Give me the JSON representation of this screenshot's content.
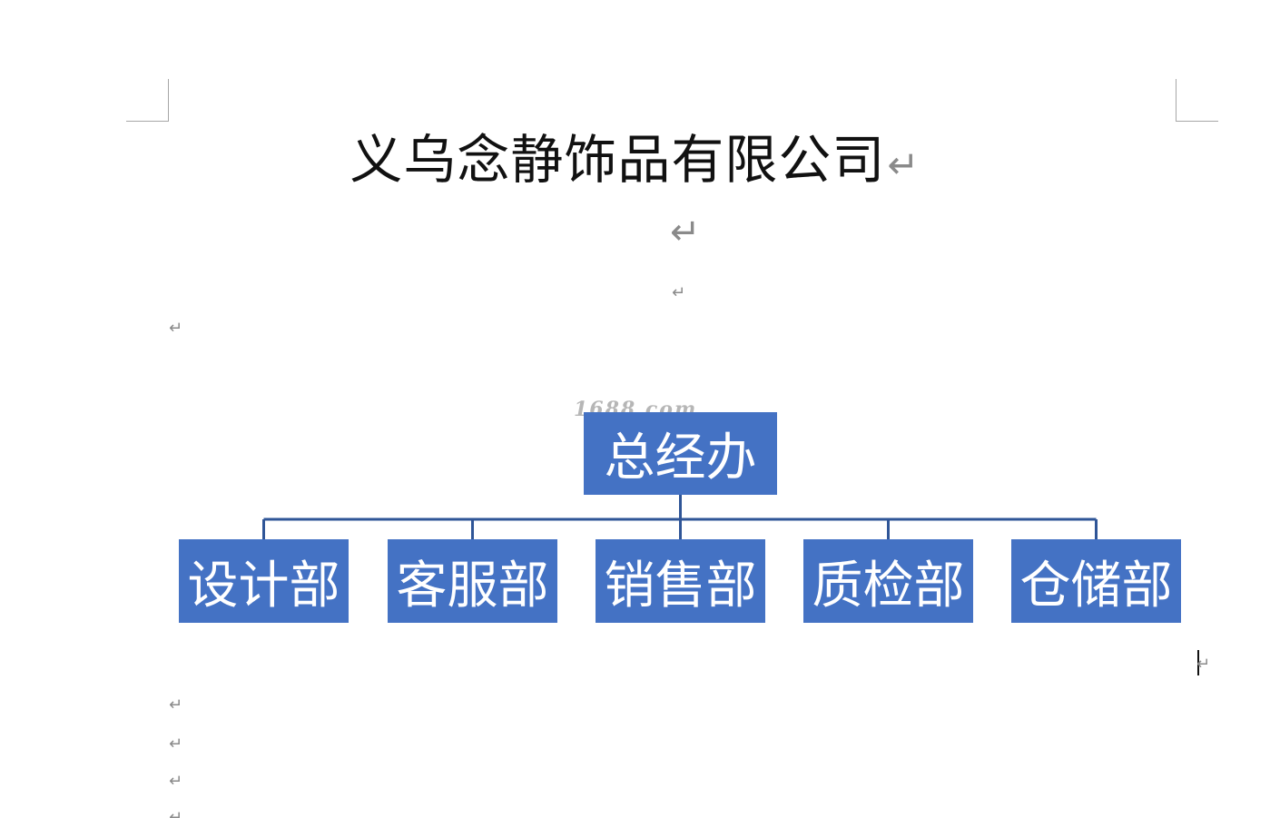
{
  "document": {
    "title": "义乌念静饰品有限公司",
    "paragraph_mark": "↵",
    "watermark": "1688.com"
  },
  "org_chart": {
    "root": "总经办",
    "children": [
      "设计部",
      "客服部",
      "销售部",
      "质检部",
      "仓储部"
    ],
    "box_color": "#4472c4",
    "line_color": "#2f5597"
  }
}
